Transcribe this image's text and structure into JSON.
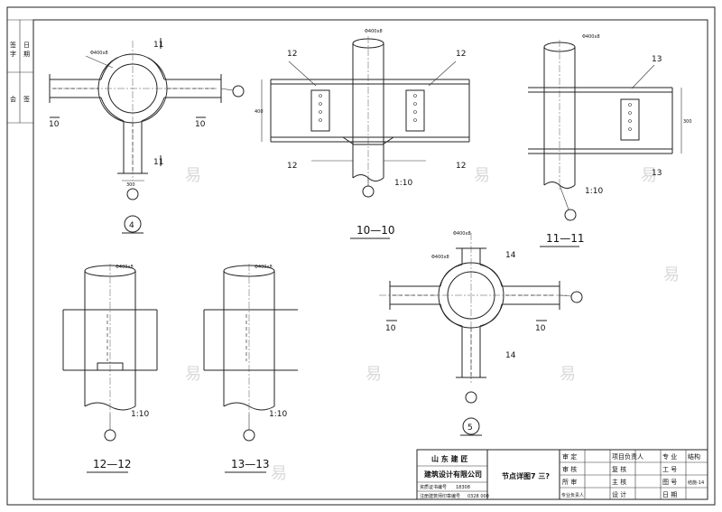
{
  "watermark": "易",
  "left_strip": {
    "labels": [
      "签",
      "字",
      "日",
      "期",
      "会",
      "签"
    ]
  },
  "labels": {
    "sec_10_10": "10—10",
    "sec_11_11": "11—11",
    "sec_12_12": "12—12",
    "sec_13_13": "13—13",
    "node_4": "4",
    "node_5": "5",
    "cut_10": "10",
    "cut_11": "11",
    "cut_12": "12",
    "cut_13": "13",
    "cut_14": "14",
    "scale": "1:10",
    "pipe_spec": "Φ400x8",
    "dim_300": "300",
    "dim_400": "400"
  },
  "title_block": {
    "company_line1": "山 东 建 匠",
    "company_line2": "建筑设计有限公司",
    "cert_label": "资质证书编号",
    "cert_value": "18308",
    "cert_label2": "注册建筑师印章编号",
    "cert_value2": "0328 000",
    "drawing_title": "节点详图7 三?",
    "cells": [
      [
        "审 定",
        "",
        "项目负责人",
        "",
        "专 业",
        "结构"
      ],
      [
        "审 核",
        "",
        "复 核",
        "",
        "工 号",
        ""
      ],
      [
        "所 审",
        "",
        "主 核",
        "",
        "图 号",
        "结施-14"
      ],
      [
        "专业负责人",
        "",
        "设 计",
        "",
        "日 期",
        ""
      ]
    ]
  }
}
